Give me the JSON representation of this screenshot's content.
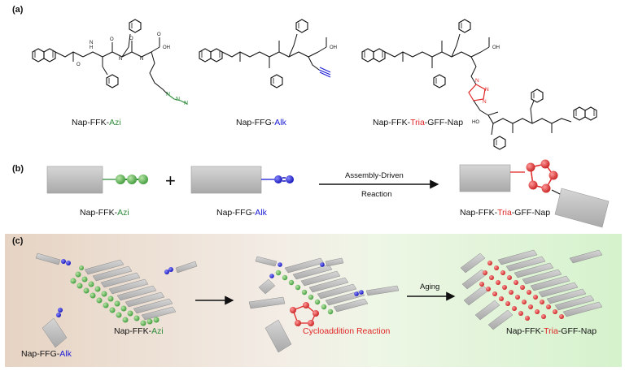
{
  "panels": {
    "a": "(a)",
    "b": "(b)",
    "c": "(c)"
  },
  "a": {
    "mol1": {
      "prefix": "Nap-FFK-",
      "suffix": "Azi",
      "color": "#2e8b3a"
    },
    "mol2": {
      "prefix": "Nap-FFG-",
      "suffix": "Alk",
      "color": "#1a1ad6"
    },
    "mol3": {
      "prefix": "Nap-FFK-",
      "mid": "Tria",
      "suffix": "-GFF-Nap",
      "color": "#e02525"
    },
    "atoms": {
      "oh": "OH",
      "o": "O",
      "h": "H",
      "n": "N",
      "ho": "HO"
    }
  },
  "b": {
    "plus": "+",
    "arrow_top": "Assembly-Driven",
    "arrow_bottom": "Reaction",
    "left_prefix": "Nap-FFK-",
    "left_suffix": "Azi",
    "mid_prefix": "Nap-FFG-",
    "mid_suffix": "Alk",
    "right_prefix": "Nap-FFK-",
    "right_mid": "Tria",
    "right_suffix": "-GFF-Nap"
  },
  "c": {
    "alk_prefix": "Nap-FFG-",
    "alk_suffix": "Alk",
    "azi_prefix": "Nap-FFK-",
    "azi_suffix": "Azi",
    "reaction": "Cycloaddition Reaction",
    "aging": "Aging",
    "product_prefix": "Nap-FFK-",
    "product_mid": "Tria",
    "product_suffix": "-GFF-Nap"
  },
  "colors": {
    "green": "#5cb85c",
    "blue": "#2222dd",
    "red": "#e83a3a",
    "gray": "#bdbdbd"
  }
}
